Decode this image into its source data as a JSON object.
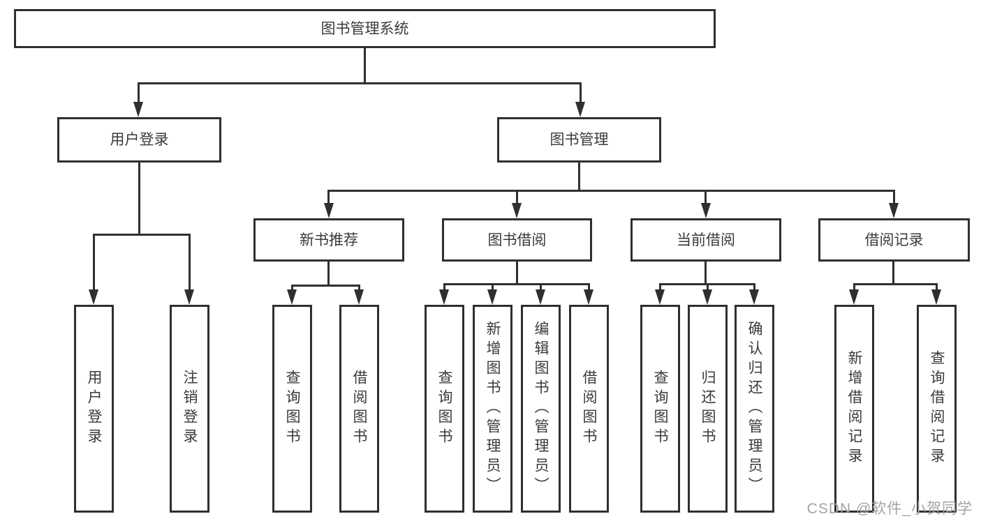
{
  "diagram_title": "图书管理系统",
  "colors": {
    "background": "#ffffff",
    "box_border": "#2f2f2f",
    "connector_line": "#2f2f2f",
    "text": "#3a3a3a",
    "watermark": "#a3a3a3"
  },
  "nodes": {
    "root": {
      "label": "图书管理系统"
    },
    "user_login": {
      "label": "用户登录"
    },
    "book_mgmt": {
      "label": "图书管理"
    },
    "new_book_rec": {
      "label": "新书推荐"
    },
    "book_borrow": {
      "label": "图书借阅"
    },
    "current_borrow": {
      "label": "当前借阅"
    },
    "borrow_record": {
      "label": "借阅记录"
    },
    "leaf_user_login": {
      "label": "用户登录"
    },
    "leaf_logout": {
      "label": "注销登录"
    },
    "leaf_nb_query": {
      "label": "查询图书"
    },
    "leaf_nb_borrow": {
      "label": "借阅图书"
    },
    "leaf_bb_query": {
      "label": "查询图书"
    },
    "leaf_bb_add": {
      "label": "新增图书（管理员）"
    },
    "leaf_bb_edit": {
      "label": "编辑图书（管理员）"
    },
    "leaf_bb_borrow": {
      "label": "借阅图书"
    },
    "leaf_cb_query": {
      "label": "查询图书"
    },
    "leaf_cb_return": {
      "label": "归还图书"
    },
    "leaf_cb_confirm": {
      "label": "确认归还（管理员）"
    },
    "leaf_br_add": {
      "label": "新增借阅记录"
    },
    "leaf_br_query": {
      "label": "查询借阅记录"
    }
  },
  "hierarchy": [
    {
      "parent": "图书管理系统",
      "children": [
        "用户登录",
        "图书管理"
      ]
    },
    {
      "parent": "用户登录",
      "children": [
        "用户登录",
        "注销登录"
      ]
    },
    {
      "parent": "图书管理",
      "children": [
        "新书推荐",
        "图书借阅",
        "当前借阅",
        "借阅记录"
      ]
    },
    {
      "parent": "新书推荐",
      "children": [
        "查询图书",
        "借阅图书"
      ]
    },
    {
      "parent": "图书借阅",
      "children": [
        "查询图书",
        "新增图书（管理员）",
        "编辑图书（管理员）",
        "借阅图书"
      ]
    },
    {
      "parent": "当前借阅",
      "children": [
        "查询图书",
        "归还图书",
        "确认归还（管理员）"
      ]
    },
    {
      "parent": "借阅记录",
      "children": [
        "新增借阅记录",
        "查询借阅记录"
      ]
    }
  ],
  "watermark": {
    "text": "CSDN @软件_小贺同学"
  }
}
